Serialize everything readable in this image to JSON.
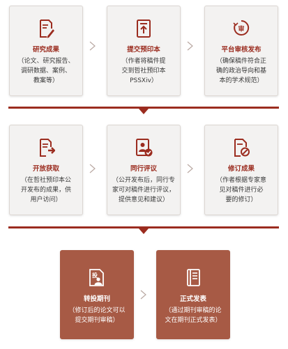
{
  "steps": [
    {
      "title": "研究成果",
      "lines": [
        "（论文、研究报告、",
        "调研数据、案例、",
        "教案等）"
      ],
      "icon": "edit-document-icon"
    },
    {
      "title": "提交预印本",
      "lines": [
        "（作者将稿件提",
        "交到哲社预印本",
        "PSSXiv）"
      ],
      "icon": "upload-document-icon"
    },
    {
      "title": "平台审核发布",
      "lines": [
        "（确保稿件符合正",
        "确的政治导向和基",
        "本的学术规范）"
      ],
      "icon": "review-seal-icon"
    },
    {
      "title": "开放获取",
      "lines": [
        "（在哲社预印本公",
        "开发布的成果，供",
        "用户访问）"
      ],
      "icon": "open-access-icon"
    },
    {
      "title": "同行评议",
      "lines": [
        "（公开发布后，同行专",
        "家可对稿件进行评议，",
        "提供意见和建议）"
      ],
      "icon": "peer-review-icon"
    },
    {
      "title": "修订成果",
      "lines": [
        "（作者根据专家意",
        "见对稿件进行必",
        "要的修订）"
      ],
      "icon": "revise-document-icon"
    },
    {
      "title": "转投期刊",
      "lines": [
        "（修订后的论文可以",
        "提交期刊审稿）"
      ],
      "icon": "submit-journal-icon",
      "icon_text": "投"
    },
    {
      "title": "正式发表",
      "lines": [
        "（通过期刊审稿的论",
        "文在期刊正式发表）"
      ],
      "icon": "journal-book-icon"
    }
  ],
  "colors": {
    "accent": "#9b2c1f",
    "card_bg": "#f3f2f1",
    "dark_card_bg": "#a75a45",
    "text": "#3a3a3a"
  }
}
